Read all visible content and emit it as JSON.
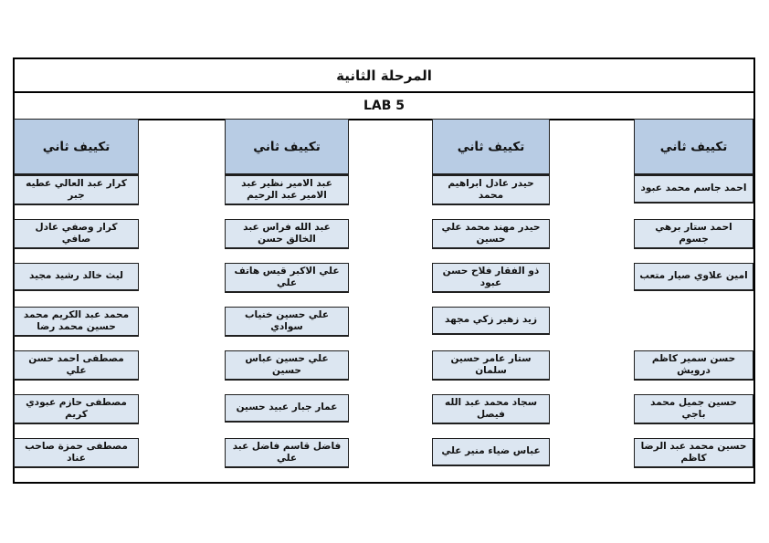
{
  "page": {
    "title": "المرحلة الثانية",
    "subtitle": "LAB 5"
  },
  "colors": {
    "header_fill": "#b8cce4",
    "cell_fill": "#dce6f1",
    "border": "#1f1f1f"
  },
  "columns": [
    {
      "position": "rightmost",
      "header": "تكييف ثاني",
      "students": [
        "احمد جاسم محمد عبود",
        "احمد ستار برهي جسوم",
        "امين علاوي صيار متعب",
        "",
        "حسن سمير كاظم درويش",
        "حسين جميل محمد باجي",
        "حسين محمد عبد الرضا كاظم"
      ]
    },
    {
      "position": "second-from-right",
      "header": "تكييف ثاني",
      "students": [
        "حيدر عادل ابراهيم محمد",
        "حيدر مهند محمد علي حسين",
        "ذو الفقار فلاح حسن عبود",
        "زيد زهير زكي مجهد",
        "ستار عامر حسين سلمان",
        "سجاد محمد عبد الله فيصل",
        "عباس ضياء منير علي"
      ]
    },
    {
      "position": "third-from-right",
      "header": "تكييف ثاني",
      "students": [
        "عبد الامير نظير عبد الامير عبد الرحيم",
        "عبد الله فراس عبد الخالق حسن",
        "علي الاكبر قيس هاتف علي",
        "علي حسين خنياب سوادي",
        "علي حسين عباس حسين",
        "عمار جبار عبيد حسين",
        "فاضل قاسم فاضل عبد علي"
      ]
    },
    {
      "position": "leftmost",
      "header": "تكييف ثاني",
      "students": [
        "كرار عبد العالي عطيه جبر",
        "كرار وصفي عادل صافي",
        "ليث خالد رشيد مجيد",
        "محمد عبد الكريم محمد حسين محمد رضا",
        "مصطفى احمد حسن علي",
        "مصطفى حازم عبودي كريم",
        "مصطفى حمزة صاحب عناد"
      ]
    }
  ]
}
